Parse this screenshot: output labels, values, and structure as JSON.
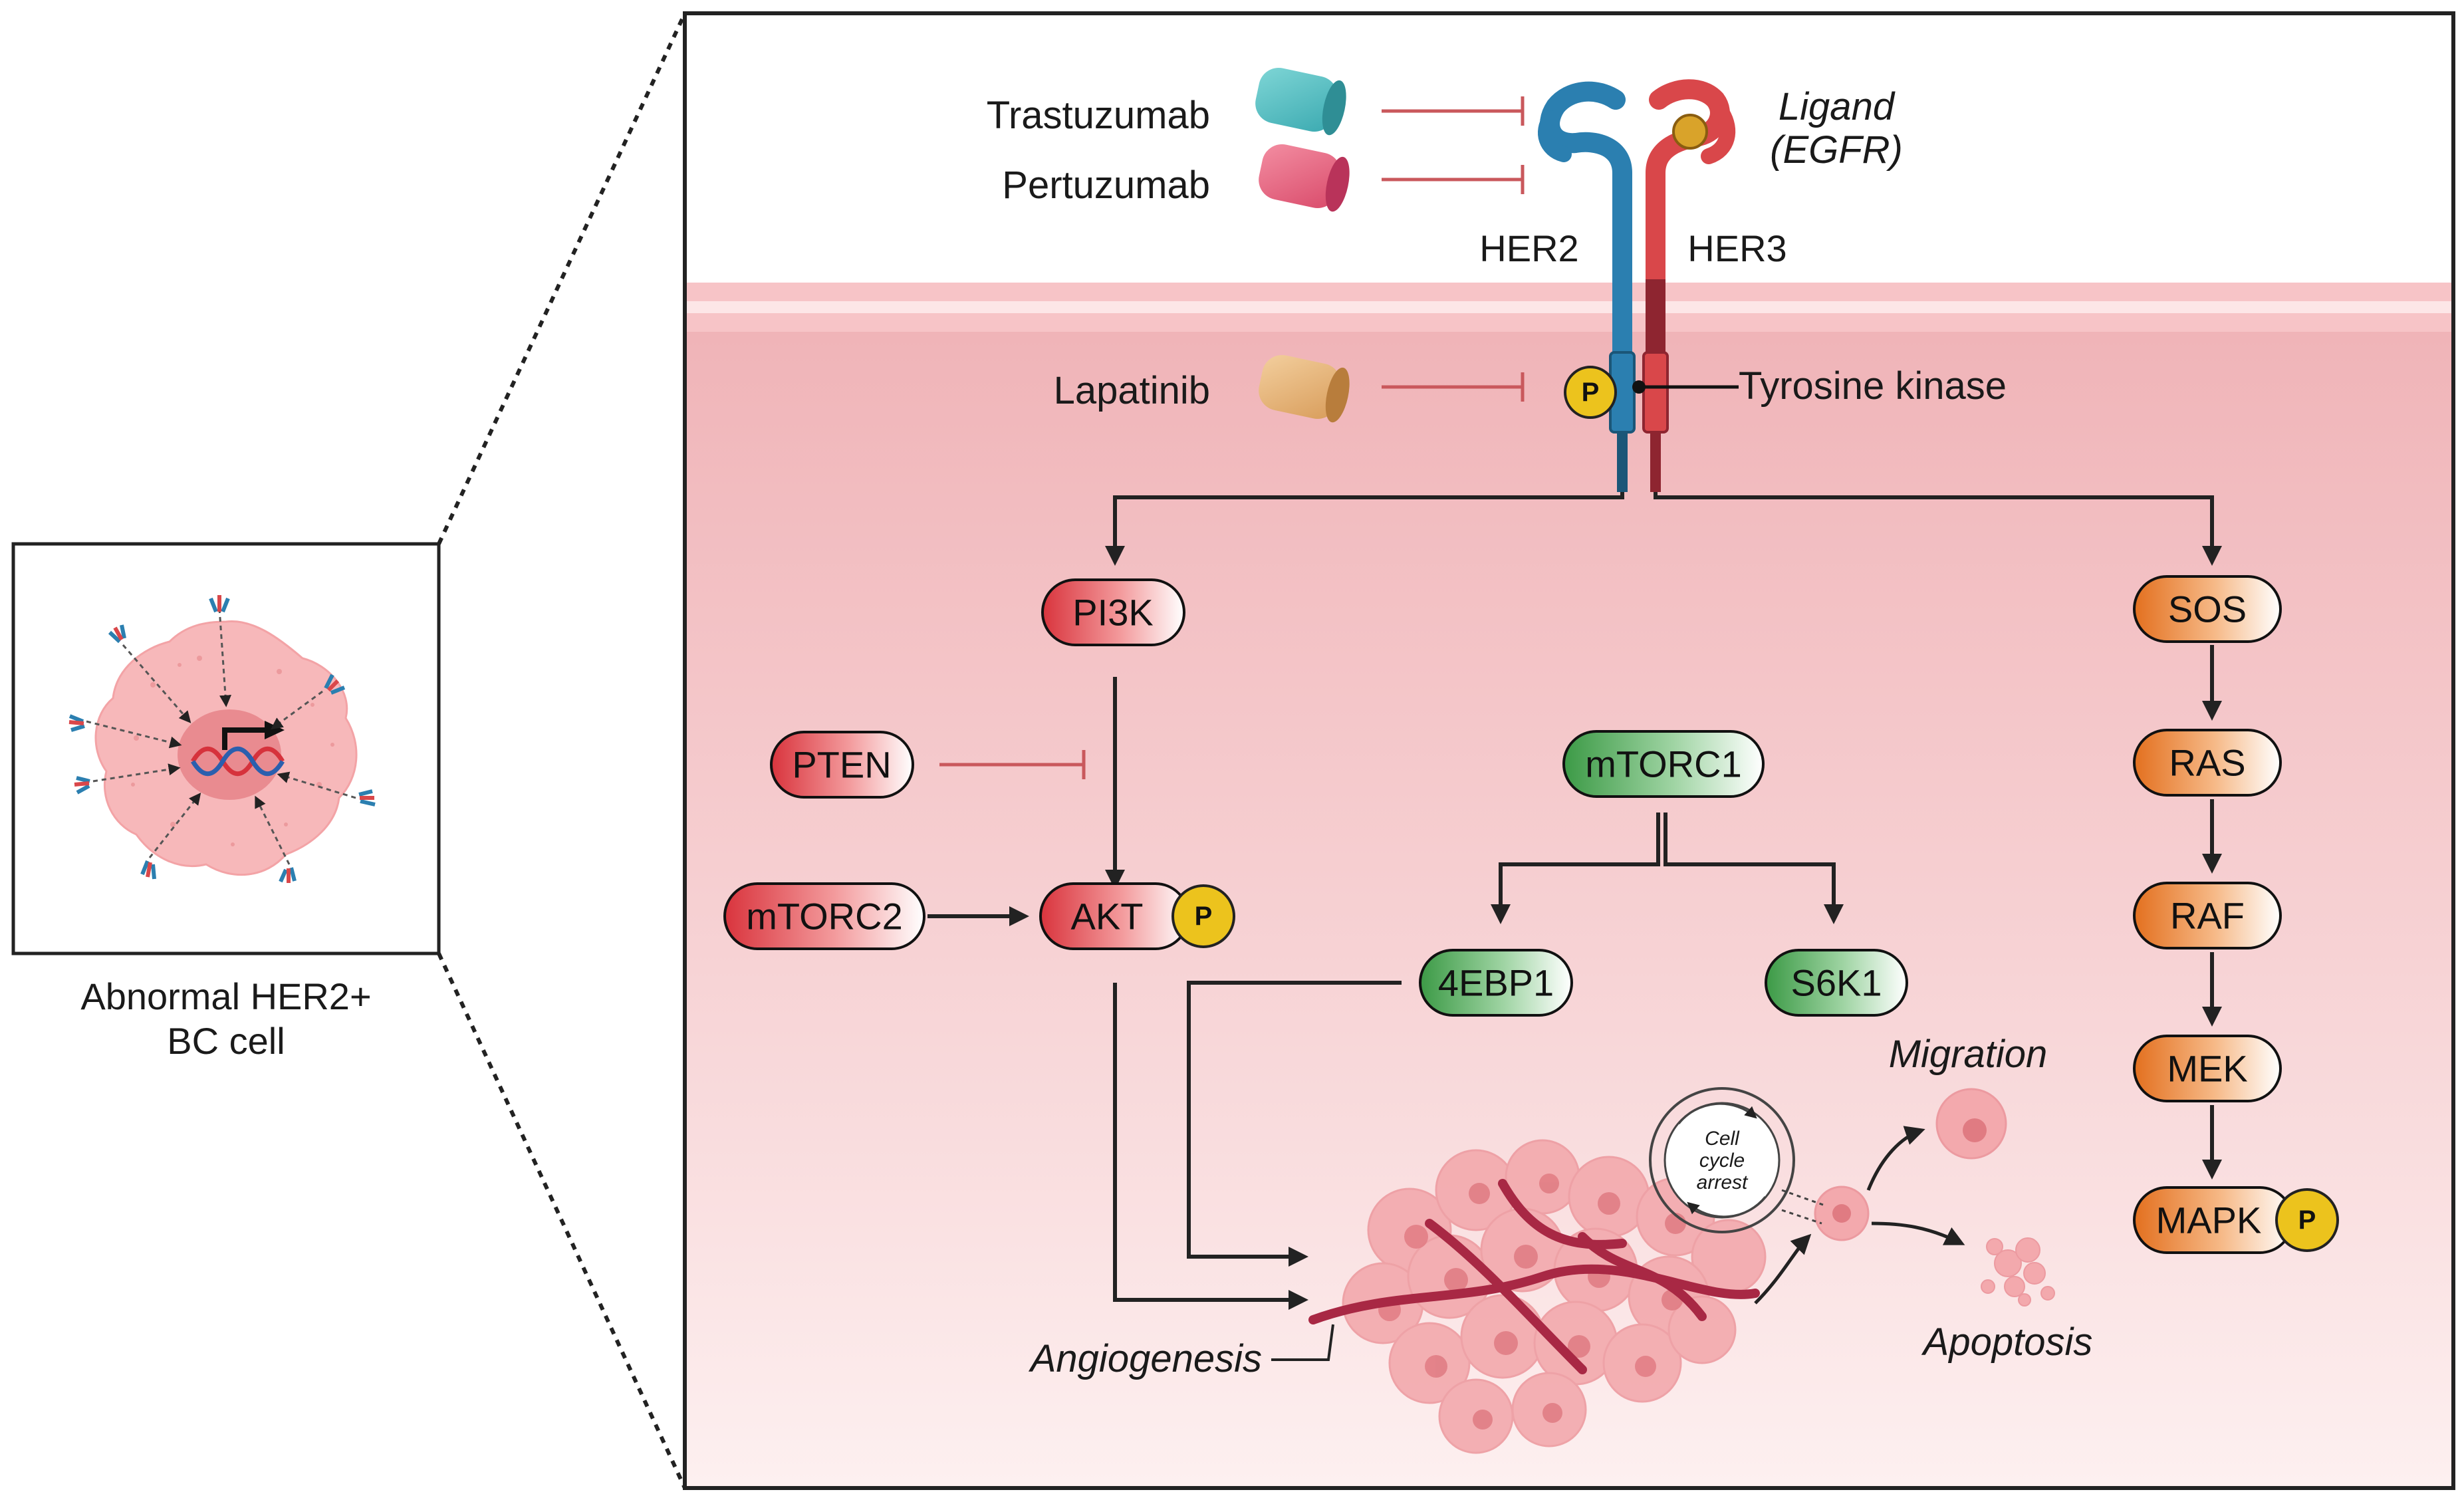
{
  "cell_label": {
    "line1": "Abnormal HER2+",
    "line2": "BC cell"
  },
  "drugs": {
    "trastuzumab": "Trastuzumab",
    "pertuzumab": "Pertuzumab",
    "lapatinib": "Lapatinib"
  },
  "receptors": {
    "her2": "HER2",
    "her3": "HER3",
    "ligand_line1": "Ligand",
    "ligand_line2": "(EGFR)",
    "tyrosine_kinase": "Tyrosine kinase",
    "phospho": "P"
  },
  "nodes": {
    "pi3k": "PI3K",
    "pten": "PTEN",
    "mtorc2": "mTORC2",
    "akt": "AKT",
    "mtorc1": "mTORC1",
    "fourebp1": "4EBP1",
    "s6k1": "S6K1",
    "sos": "SOS",
    "ras": "RAS",
    "raf": "RAF",
    "mek": "MEK",
    "mapk": "MAPK"
  },
  "outcomes": {
    "migration": "Migration",
    "apoptosis": "Apoptosis",
    "angiogenesis": "Angiogenesis",
    "cell_cycle_1": "Cell",
    "cell_cycle_2": "cycle",
    "cell_cycle_3": "arrest"
  },
  "colors": {
    "red_node": "#e0454c",
    "green_node": "#4fae57",
    "orange_node": "#e87b2c",
    "her2": "#2b7fb0",
    "her3": "#d9474a",
    "inhibitor_line": "#c9585c",
    "phospho": "#ecc31d",
    "cytoplasm": "#f2bfc2"
  }
}
